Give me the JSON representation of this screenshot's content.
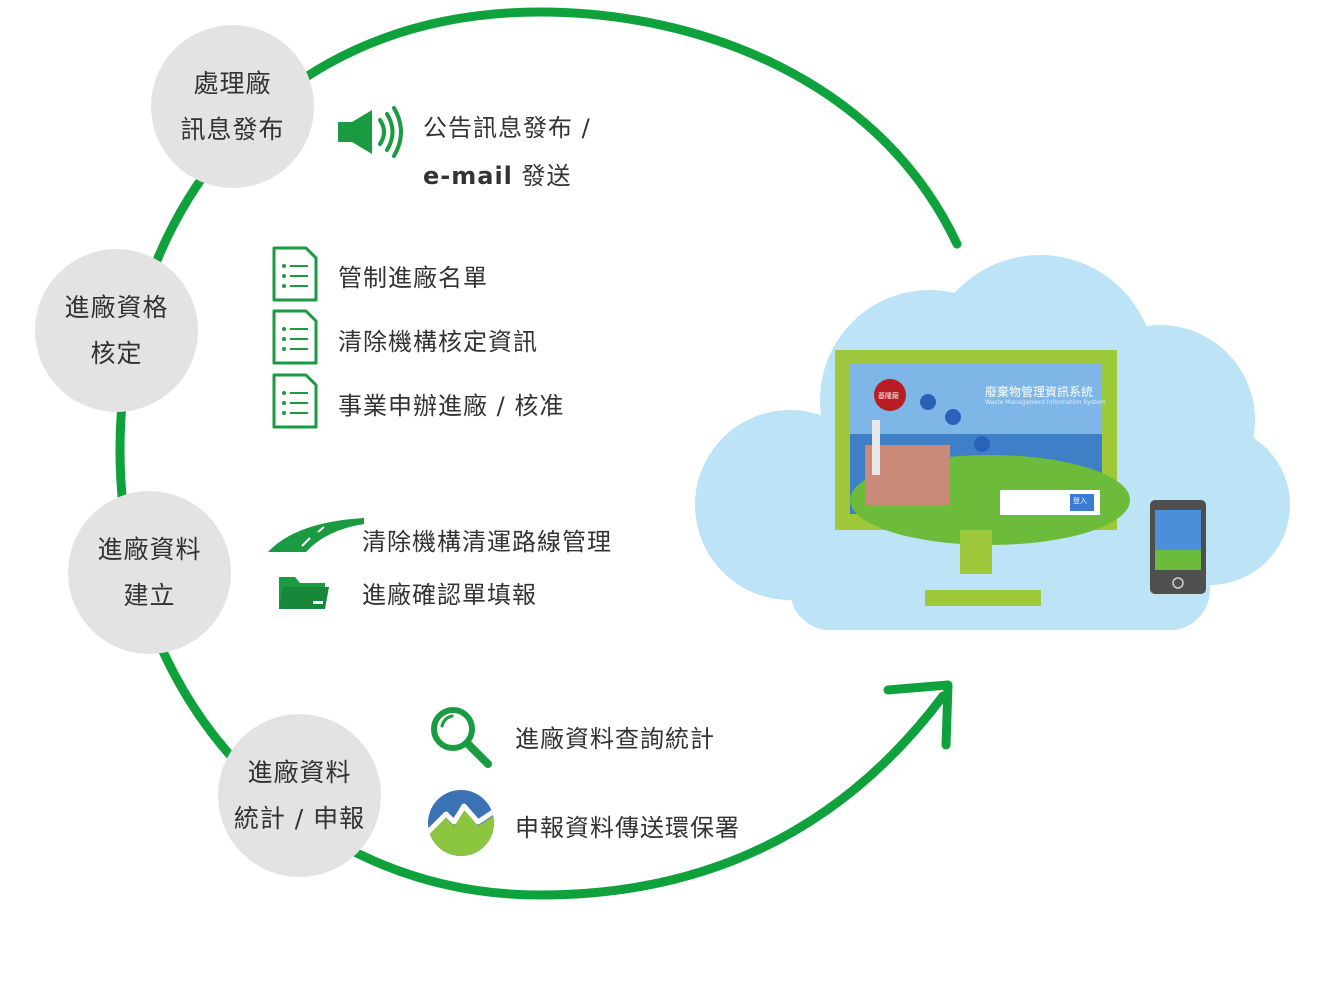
{
  "colors": {
    "cycle_green": "#0fa23c",
    "icon_green": "#1a9a41",
    "node_gray": "#e3e3e3",
    "cloud_blue": "#bde3f6",
    "monitor_green": "#9cc83a"
  },
  "nodes": [
    {
      "line1": "處理廠",
      "line2": "訊息發布"
    },
    {
      "line1": "進廠資格",
      "line2": "核定"
    },
    {
      "line1": "進廠資料",
      "line2": "建立"
    },
    {
      "line1": "進廠資料",
      "line2": "統計 / 申報"
    }
  ],
  "features": {
    "announce": {
      "line1": "公告訊息發布 /",
      "email": "e-mail",
      "send": " 發送",
      "icon": "speaker-icon"
    },
    "qualification": [
      {
        "label": "管制進廠名單",
        "icon": "document-list-icon"
      },
      {
        "label": "清除機構核定資訊",
        "icon": "document-list-icon"
      },
      {
        "label": "事業申辦進廠 / 核准",
        "icon": "document-list-icon"
      }
    ],
    "data_entry": [
      {
        "label": "清除機構清運路線管理",
        "icon": "road-icon"
      },
      {
        "label": "進廠確認單填報",
        "icon": "folder-icon"
      }
    ],
    "stats": [
      {
        "label": "進廠資料查詢統計",
        "icon": "magnifier-icon"
      },
      {
        "label": "申報資料傳送環保署",
        "icon": "epa-logo-icon"
      }
    ]
  },
  "screen": {
    "system_title": "廢棄物管理資訊系統",
    "system_subtitle": "Waste Management Information System",
    "badge": "基隆廠",
    "login": "登入"
  }
}
